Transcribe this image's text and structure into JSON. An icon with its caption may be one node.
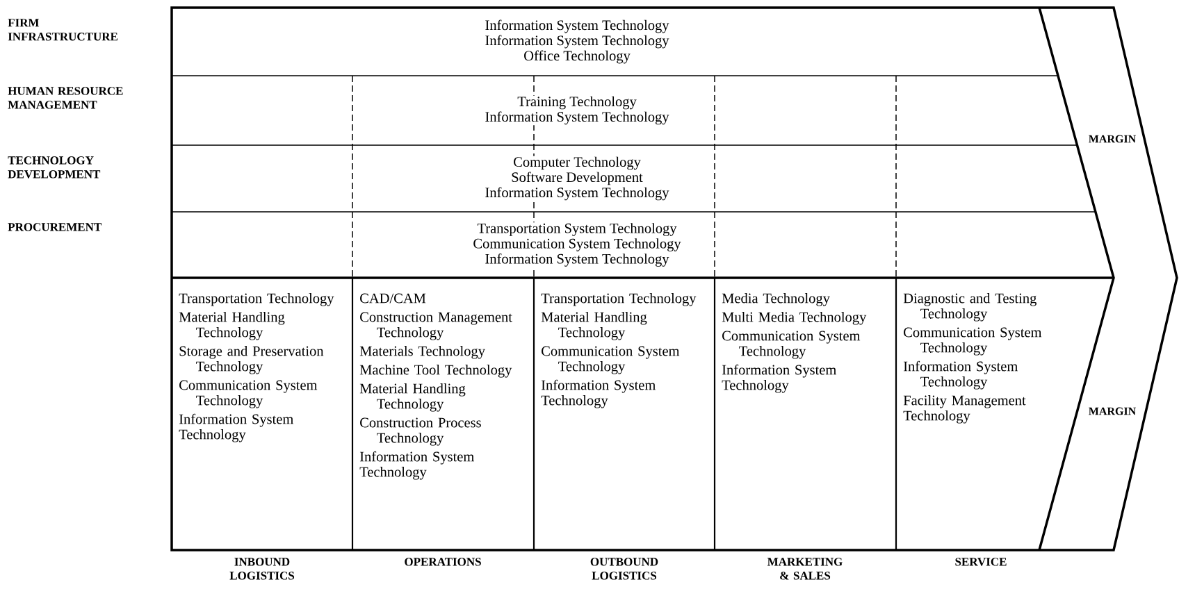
{
  "diagram": {
    "nodes": [
      {
        "text": [],
        "shape": "chevron"
      },
      {
        "text": [
          "Information System Technology",
          "Information System Technology",
          "Office Technology"
        ],
        "in": 0
      },
      {
        "text": [
          "Training Technology",
          "Information System Technology"
        ],
        "in": 0
      },
      {
        "text": [
          "Computer Technology",
          "Software Development",
          "Information System Technology"
        ],
        "in": 0
      },
      {
        "text": [
          "Transportation System Technology",
          "Communication System Technology",
          "Information System Technology"
        ],
        "in": 0
      },
      {
        "text": [
          "Transportation Technology",
          "Material Handling Technology",
          "Storage and Preservation Technology",
          "Communication System Technology",
          "Information System Technology",
          "INBOUND LOGISTICS"
        ],
        "in": 0
      },
      {
        "text": [
          "CAD/CAM",
          "Construction Management Technology",
          "Materials Technology",
          "Machine Tool Technology",
          "Material Handling Technology",
          "Construction Process Technology",
          "Information System Technology",
          "OPERATIONS"
        ],
        "in": 0
      },
      {
        "text": [
          "Transportation Technology",
          "Material Handling Technology",
          "Communication System Technology",
          "Information System Technology",
          "OUTBOUND LOGISTICS"
        ],
        "in": 0
      },
      {
        "text": [
          "Media Technology",
          "Multi Media Technology",
          "Communication System Technology",
          "Information System Technology",
          "MARKETING & SALES"
        ],
        "in": 0
      },
      {
        "text": [
          "Diagnostic and Testing Technology",
          "Communication System Technology",
          "Information System Technology",
          "Facility Management Technology",
          "SERVICE"
        ],
        "in": 0
      }
    ],
    "labels": [
      "FIRM INFRASTRUCTURE",
      "HUMAN RESOURCE MANAGEMENT",
      "TECHNOLOGY DEVELOPMENT",
      "PROCUREMENT",
      "MARGIN",
      "MARGIN"
    ]
  }
}
